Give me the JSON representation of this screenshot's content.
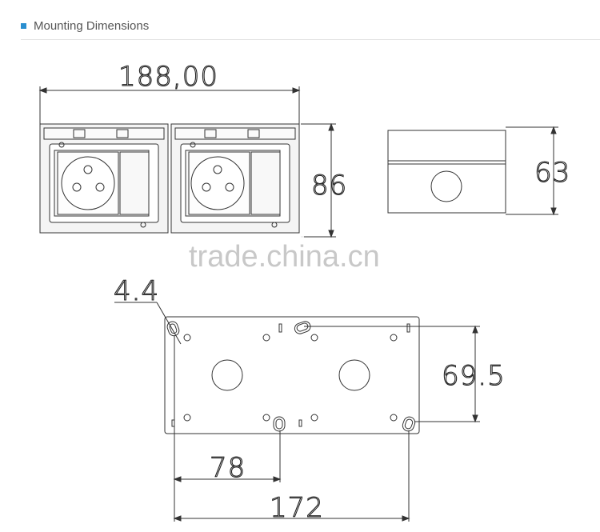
{
  "header": {
    "title": "Mounting Dimensions",
    "accent_color": "#2a8fd0"
  },
  "dimensions": {
    "total_width": "188,00",
    "height": "86",
    "depth": "63",
    "hole_diameter": "4.4",
    "hole_vertical_spacing": "69.5",
    "hole_offset": "78",
    "hole_horizontal_spacing": "172"
  },
  "watermark": "trade.china.cn",
  "views": {
    "front": "double-socket-front-icon",
    "side": "socket-side-view-icon",
    "back": "mounting-plate-back-icon"
  }
}
